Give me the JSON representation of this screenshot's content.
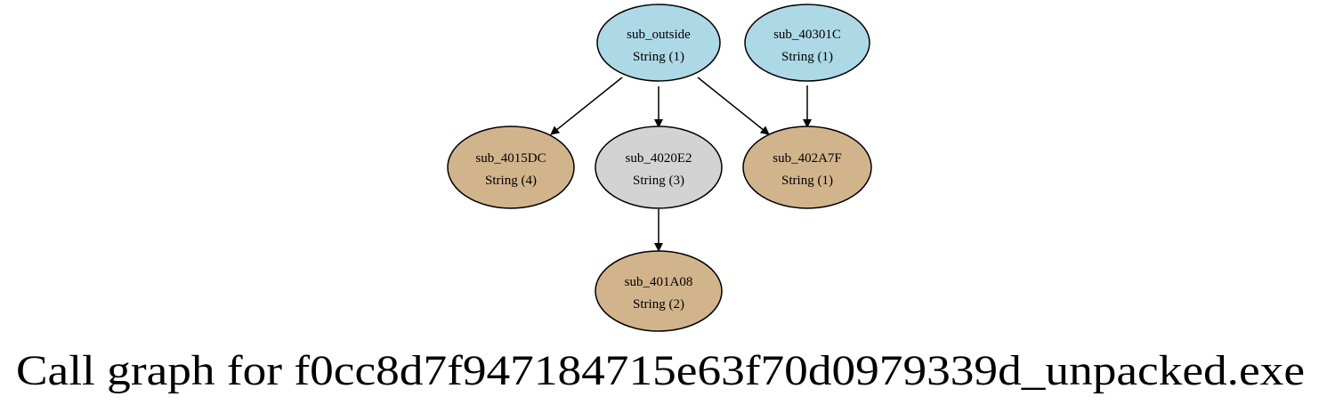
{
  "title": "Call graph for f0cc8d7f947184715e63f70d0979339d_unpacked.exe",
  "colors": {
    "external": "#add8e6",
    "leaf": "#d2b48c",
    "internal": "#d3d3d3"
  },
  "nodes": [
    {
      "id": "sub_outside",
      "name": "sub_outside",
      "detail": "String (1)",
      "kind": "external"
    },
    {
      "id": "sub_40301C",
      "name": "sub_40301C",
      "detail": "String (1)",
      "kind": "external"
    },
    {
      "id": "sub_4015DC",
      "name": "sub_4015DC",
      "detail": "String (4)",
      "kind": "leaf"
    },
    {
      "id": "sub_4020E2",
      "name": "sub_4020E2",
      "detail": "String (3)",
      "kind": "internal"
    },
    {
      "id": "sub_402A7F",
      "name": "sub_402A7F",
      "detail": "String (1)",
      "kind": "leaf"
    },
    {
      "id": "sub_401A08",
      "name": "sub_401A08",
      "detail": "String (2)",
      "kind": "leaf"
    }
  ],
  "edges": [
    {
      "from": "sub_outside",
      "to": "sub_4015DC"
    },
    {
      "from": "sub_outside",
      "to": "sub_4020E2"
    },
    {
      "from": "sub_outside",
      "to": "sub_402A7F"
    },
    {
      "from": "sub_40301C",
      "to": "sub_402A7F"
    },
    {
      "from": "sub_4020E2",
      "to": "sub_401A08"
    }
  ]
}
